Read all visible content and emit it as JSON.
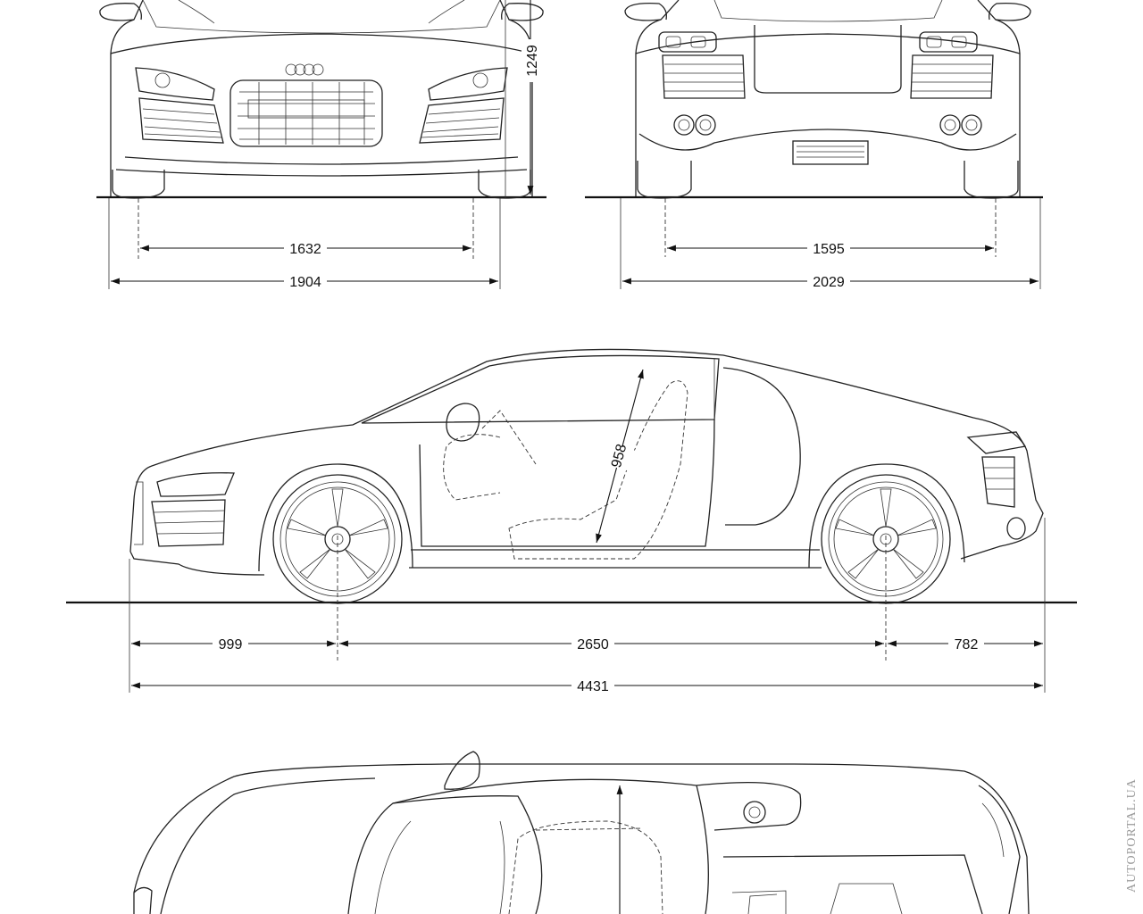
{
  "dimensions": {
    "front_track": "1632",
    "front_width": "1904",
    "height": "1249",
    "rear_track": "1595",
    "rear_width": "2029",
    "front_overhang": "999",
    "wheelbase": "2650",
    "rear_overhang": "782",
    "length": "4431",
    "door_opening": "958"
  },
  "watermark": "AUTOPORTAL.UA",
  "colors": {
    "line": "#222222",
    "background": "#ffffff",
    "watermark": "#9a9a9a"
  }
}
